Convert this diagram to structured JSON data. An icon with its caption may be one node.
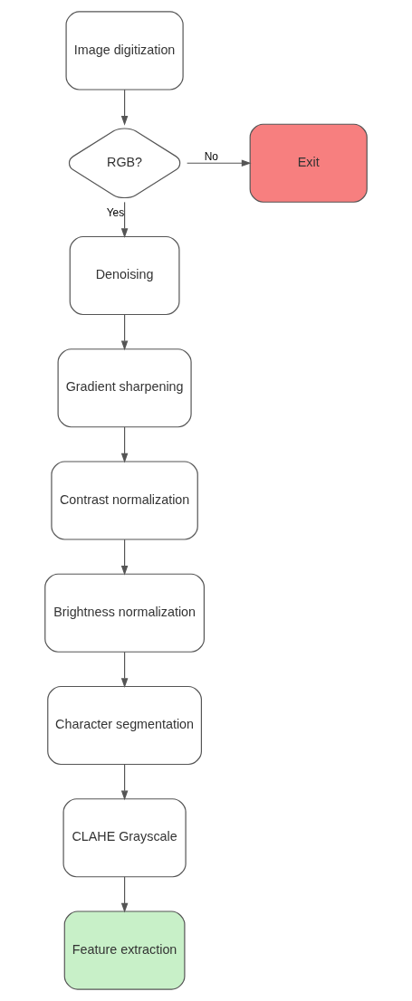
{
  "diagram": {
    "nodes": [
      {
        "text": [
          "Image digitization"
        ]
      },
      {
        "text": [
          "RGB?"
        ]
      },
      {
        "text": [
          "Exit"
        ]
      },
      {
        "text": [
          "Denoising"
        ]
      },
      {
        "text": [
          "Gradient sharpening"
        ]
      },
      {
        "text": [
          "Contrast normalization"
        ]
      },
      {
        "text": [
          "Brightness normalization"
        ]
      },
      {
        "text": [
          "Character segmentation"
        ]
      },
      {
        "text": [
          "CLAHE Grayscale"
        ]
      },
      {
        "text": [
          "Feature extraction"
        ]
      }
    ],
    "edges": [
      {
        "from": 0,
        "to": 1,
        "arrow": "to"
      },
      {
        "from": 1,
        "to": 2,
        "label": "No",
        "arrow": "to"
      },
      {
        "from": 1,
        "to": 3,
        "label": "Yes",
        "arrow": "to"
      },
      {
        "from": 3,
        "to": 4,
        "arrow": "to"
      },
      {
        "from": 4,
        "to": 5,
        "arrow": "to"
      },
      {
        "from": 5,
        "to": 6,
        "arrow": "to"
      },
      {
        "from": 6,
        "to": 7,
        "arrow": "to"
      },
      {
        "from": 7,
        "to": 8,
        "arrow": "to"
      },
      {
        "from": 8,
        "to": 9,
        "arrow": "to"
      }
    ]
  }
}
